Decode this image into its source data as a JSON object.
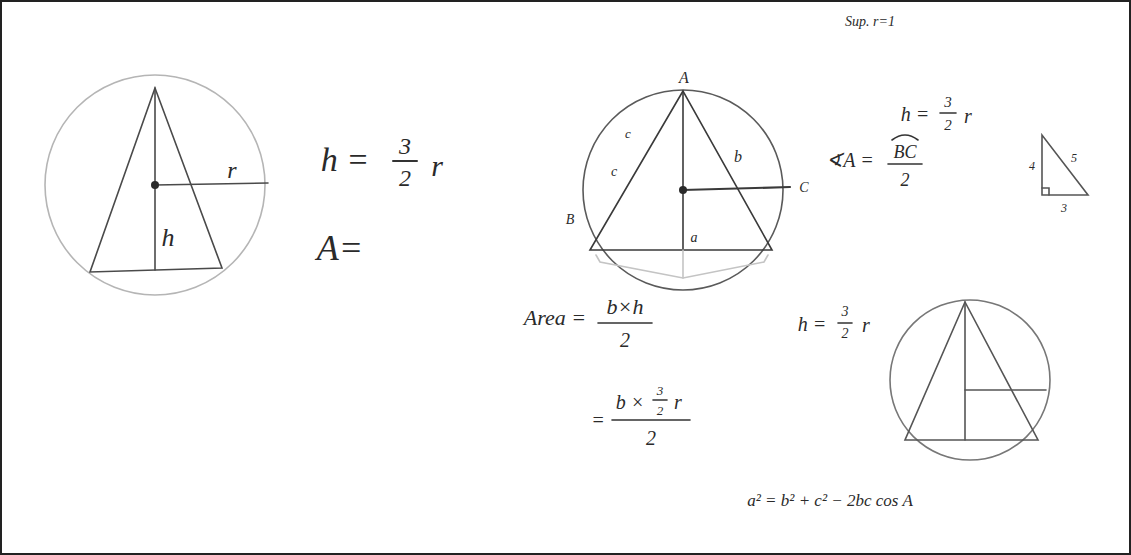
{
  "diagram": {
    "labels": [
      "h",
      "r",
      "h =",
      "3",
      "2",
      "r",
      "A=",
      "A",
      "B",
      "C",
      "c",
      "c",
      "b",
      "a",
      "Sup. r=1",
      "h =",
      "3",
      "2",
      "r",
      "∢A =",
      "BC",
      "2",
      "4",
      "5",
      "3",
      "Area =",
      "b×h",
      "2",
      "=",
      "b ×",
      "3",
      "2",
      "r",
      "2",
      "h =",
      "3",
      "2",
      "r",
      "a² = b² + c² − 2bc cos A"
    ]
  }
}
